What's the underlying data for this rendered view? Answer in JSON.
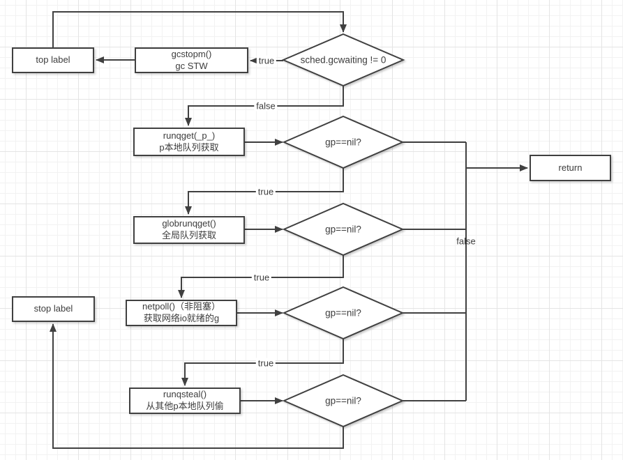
{
  "diagram": {
    "nodes": {
      "top_label": {
        "text": "top label"
      },
      "gcstopm": {
        "title": "gcstopm()",
        "subtitle": "gc STW"
      },
      "runqget": {
        "title": "runqget(_p_)",
        "subtitle": "p本地队列获取"
      },
      "globrunqget": {
        "title": "globrunqget()",
        "subtitle": "全局队列获取"
      },
      "netpoll": {
        "title": "netpoll()（非阻塞）",
        "subtitle": "获取网络io就绪的g"
      },
      "runqsteal": {
        "title": "runqsteal()",
        "subtitle": "从其他p本地队列偷"
      },
      "stop_label": {
        "text": "stop label"
      },
      "return": {
        "text": "return"
      }
    },
    "decisions": {
      "gcwaiting_check": {
        "text": "sched.gcwaiting != 0"
      },
      "gp_check_1": {
        "text": "gp==nil?"
      },
      "gp_check_2": {
        "text": "gp==nil?"
      },
      "gp_check_3": {
        "text": "gp==nil?"
      },
      "gp_check_4": {
        "text": "gp==nil?"
      }
    },
    "edge_labels": {
      "gcwaiting_true": "true",
      "gcwaiting_false": "false",
      "gp1_true": "true",
      "gp_false": "false",
      "gp2_true": "true",
      "gp3_true": "true"
    },
    "colors": {
      "stroke": "#404040",
      "text": "#3c3c3c",
      "node_fill": "#ffffff",
      "background": "#ffffff",
      "grid_minor": "#f2f2f2",
      "grid_major": "#e4e4e4"
    }
  }
}
